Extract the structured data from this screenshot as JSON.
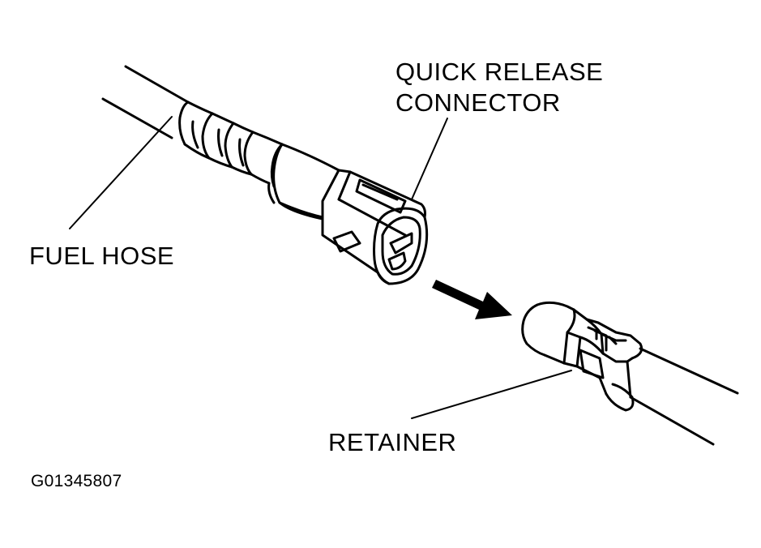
{
  "labels": {
    "quick_release_line1": "QUICK RELEASE",
    "quick_release_line2": "CONNECTOR",
    "fuel_hose": "FUEL HOSE",
    "retainer": "RETAINER",
    "figure_code": "G01345807"
  },
  "colors": {
    "ink": "#000000",
    "background": "#ffffff"
  }
}
